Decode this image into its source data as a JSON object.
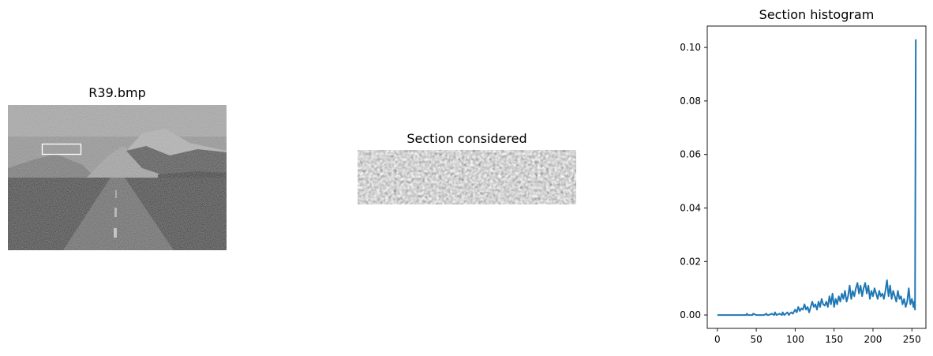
{
  "panels": {
    "image_title": "R39.bmp",
    "section_title": "Section considered"
  },
  "chart_data": {
    "type": "line",
    "title": "Section histogram",
    "xlabel": "",
    "ylabel": "",
    "xlim": [
      -13,
      268
    ],
    "ylim": [
      -0.005,
      0.108
    ],
    "x_ticks": [
      0,
      50,
      100,
      150,
      200,
      250
    ],
    "x_tick_labels": [
      "0",
      "50",
      "100",
      "150",
      "200",
      "250"
    ],
    "y_ticks": [
      0.0,
      0.02,
      0.04,
      0.06,
      0.08,
      0.1
    ],
    "y_tick_labels": [
      "0.00",
      "0.02",
      "0.04",
      "0.06",
      "0.08",
      "0.10"
    ],
    "grid": false,
    "series": [
      {
        "color": "#1f77b4",
        "x": [
          0,
          10,
          20,
          30,
          37,
          38,
          39,
          42,
          45,
          46,
          50,
          55,
          60,
          63,
          64,
          66,
          70,
          73,
          74,
          76,
          80,
          83,
          84,
          86,
          88,
          90,
          92,
          93,
          95,
          97,
          99,
          100,
          102,
          104,
          106,
          108,
          110,
          112,
          114,
          116,
          118,
          120,
          122,
          124,
          126,
          128,
          130,
          132,
          134,
          136,
          138,
          140,
          142,
          144,
          146,
          148,
          150,
          152,
          154,
          156,
          158,
          160,
          162,
          164,
          166,
          168,
          170,
          172,
          174,
          176,
          178,
          180,
          182,
          184,
          186,
          188,
          190,
          192,
          194,
          196,
          198,
          200,
          202,
          204,
          206,
          208,
          210,
          212,
          214,
          216,
          218,
          220,
          222,
          224,
          226,
          228,
          230,
          232,
          234,
          236,
          238,
          240,
          242,
          244,
          246,
          248,
          250,
          252,
          253,
          254,
          255
        ],
        "y": [
          0,
          0,
          0,
          0,
          0,
          0.0005,
          0,
          0,
          0,
          0.0005,
          0,
          0,
          0,
          0.0005,
          0,
          0,
          0.0005,
          0,
          0.001,
          0,
          0.0005,
          0,
          0.001,
          0,
          0.0005,
          0.001,
          0,
          0.0005,
          0.001,
          0.0005,
          0.0015,
          0.002,
          0.001,
          0.003,
          0.0015,
          0.0025,
          0.002,
          0.004,
          0.002,
          0.003,
          0.001,
          0.003,
          0.005,
          0.003,
          0.004,
          0.002,
          0.005,
          0.003,
          0.006,
          0.004,
          0.0035,
          0.005,
          0.003,
          0.007,
          0.004,
          0.008,
          0.003,
          0.006,
          0.004,
          0.007,
          0.005,
          0.008,
          0.006,
          0.009,
          0.005,
          0.007,
          0.011,
          0.006,
          0.009,
          0.007,
          0.01,
          0.012,
          0.008,
          0.011,
          0.007,
          0.01,
          0.012,
          0.008,
          0.011,
          0.006,
          0.009,
          0.007,
          0.01,
          0.008,
          0.006,
          0.009,
          0.007,
          0.008,
          0.006,
          0.009,
          0.013,
          0.007,
          0.011,
          0.006,
          0.009,
          0.007,
          0.005,
          0.009,
          0.006,
          0.007,
          0.004,
          0.006,
          0.003,
          0.005,
          0.01,
          0.004,
          0.006,
          0.003,
          0.005,
          0.002,
          0.103
        ]
      }
    ]
  }
}
